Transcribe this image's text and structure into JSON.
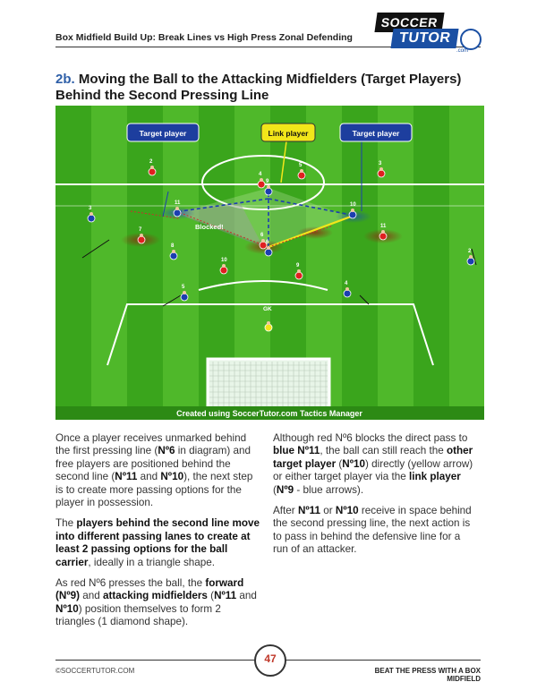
{
  "header": {
    "running_title": "Box Midfield Build Up: Break Lines vs High Press Zonal Defending",
    "logo_top": "SOCCER",
    "logo_bottom": "TUTOR",
    "logo_suffix": ".com"
  },
  "section": {
    "number": "2b.",
    "title": "Moving the Ball to the Attacking Midfielders (Target Players) Behind the Second Pressing Line"
  },
  "diagram": {
    "labels": {
      "target_left": "Target player",
      "link": "Link player",
      "target_right": "Target player",
      "blocked": "Blocked!",
      "gk": "GK",
      "credit": "Created using SoccerTutor.com Tactics Manager"
    },
    "players": [
      {
        "n": "2",
        "team": "red"
      },
      {
        "n": "4",
        "team": "red"
      },
      {
        "n": "5",
        "team": "red"
      },
      {
        "n": "3",
        "team": "red"
      },
      {
        "n": "7",
        "team": "red"
      },
      {
        "n": "11",
        "team": "red"
      },
      {
        "n": "6",
        "team": "red"
      },
      {
        "n": "10",
        "team": "red"
      },
      {
        "n": "9",
        "team": "red"
      },
      {
        "n": "11",
        "team": "blue"
      },
      {
        "n": "9",
        "team": "blue"
      },
      {
        "n": "10",
        "team": "blue"
      },
      {
        "n": "3",
        "team": "blue"
      },
      {
        "n": "8",
        "team": "blue"
      },
      {
        "n": "6",
        "team": "blue"
      },
      {
        "n": "2",
        "team": "blue"
      },
      {
        "n": "5",
        "team": "blue"
      },
      {
        "n": "4",
        "team": "blue"
      },
      {
        "n": "GK",
        "team": "yellow"
      }
    ],
    "colors": {
      "grass_light": "#4fb82a",
      "grass_dark": "#3aa51c",
      "red": "#e02020",
      "blue": "#1b3fb0",
      "callout": "#1d3e9e",
      "link_callout": "#f2e61a"
    }
  },
  "body": {
    "col1": [
      {
        "parts": [
          {
            "t": "Once a player receives unmarked behind the first pressing line ("
          },
          {
            "t": "Nº6",
            "b": true
          },
          {
            "t": " in diagram) and free players are positioned behind the second line ("
          },
          {
            "t": "Nº11",
            "b": true
          },
          {
            "t": " and "
          },
          {
            "t": "Nº10",
            "b": true
          },
          {
            "t": "), the next step is to create more passing options for the player in possession."
          }
        ]
      },
      {
        "parts": [
          {
            "t": "The "
          },
          {
            "t": "players behind the second line move into different passing lanes to create at least 2 passing options for the ball carrier",
            "b": true
          },
          {
            "t": ", ideally in a triangle shape."
          }
        ]
      },
      {
        "parts": [
          {
            "t": "As red Nº6 presses the ball, the "
          },
          {
            "t": "forward (Nº9)",
            "b": true
          },
          {
            "t": " and "
          },
          {
            "t": "attacking midfielders",
            "b": true
          },
          {
            "t": " ("
          },
          {
            "t": "Nº11",
            "b": true
          },
          {
            "t": " and "
          },
          {
            "t": "Nº10",
            "b": true
          },
          {
            "t": ") position themselves to form 2 triangles (1 diamond shape)."
          }
        ]
      }
    ],
    "col2": [
      {
        "parts": [
          {
            "t": "Although red Nº6 blocks the direct pass to "
          },
          {
            "t": "blue Nº11",
            "b": true
          },
          {
            "t": ", the ball can still reach the "
          },
          {
            "t": "other target player",
            "b": true
          },
          {
            "t": " ("
          },
          {
            "t": "Nº10",
            "b": true
          },
          {
            "t": ") directly (yellow arrow) or either target player via the "
          },
          {
            "t": "link player",
            "b": true
          },
          {
            "t": " ("
          },
          {
            "t": "Nº9",
            "b": true
          },
          {
            "t": " - blue arrows)."
          }
        ]
      },
      {
        "parts": [
          {
            "t": "After "
          },
          {
            "t": "Nº11",
            "b": true
          },
          {
            "t": " or "
          },
          {
            "t": "Nº10",
            "b": true
          },
          {
            "t": " receive in space behind the second pressing line, the next action is to pass in behind the defensive line for a run of an attacker."
          }
        ]
      }
    ]
  },
  "footer": {
    "left": "©SOCCERTUTOR.COM",
    "right": "BEAT THE PRESS WITH A BOX MIDFIELD",
    "page": "47"
  }
}
